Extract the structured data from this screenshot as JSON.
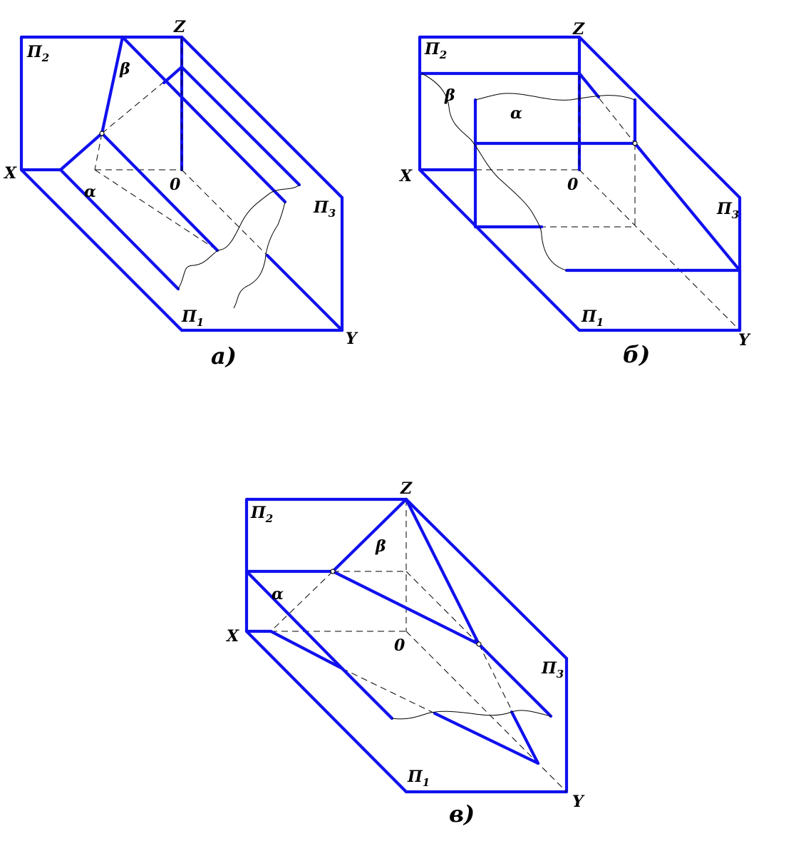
{
  "figures": [
    {
      "caption": "а)",
      "axis_x": "X",
      "axis_y": "Y",
      "axis_z": "Z",
      "origin": "0",
      "plane_h": {
        "letter": "П",
        "index": "1"
      },
      "plane_v": {
        "letter": "П",
        "index": "2"
      },
      "plane_w": {
        "letter": "П",
        "index": "3"
      },
      "alpha": "α",
      "beta": "β"
    },
    {
      "caption": "б)",
      "axis_x": "X",
      "axis_y": "Y",
      "axis_z": "Z",
      "origin": "0",
      "plane_h": {
        "letter": "П",
        "index": "1"
      },
      "plane_v": {
        "letter": "П",
        "index": "2"
      },
      "plane_w": {
        "letter": "П",
        "index": "3"
      },
      "alpha": "α",
      "beta": "β"
    },
    {
      "caption": "в)",
      "axis_x": "X",
      "axis_y": "Y",
      "axis_z": "Z",
      "origin": "0",
      "plane_h": {
        "letter": "П",
        "index": "1"
      },
      "plane_v": {
        "letter": "П",
        "index": "2"
      },
      "plane_w": {
        "letter": "П",
        "index": "3"
      },
      "alpha": "α",
      "beta": "β"
    }
  ],
  "colors": {
    "edges": "#1010ee",
    "construction": "#000000"
  }
}
